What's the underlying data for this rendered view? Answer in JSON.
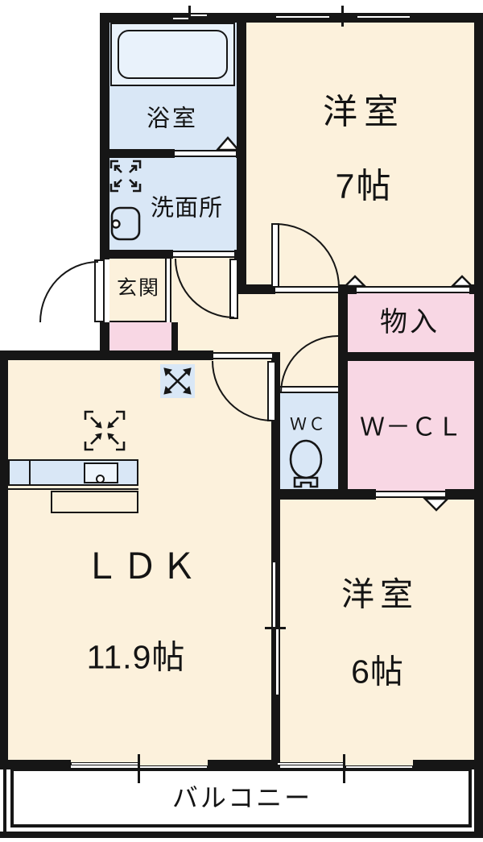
{
  "plan_title": "2LDK apartment floor plan",
  "colors": {
    "wall": "#161616",
    "room_cream": "#fcf1dc",
    "wet_blue": "#d9e7f6",
    "closet_pink": "#f8d7e4",
    "tub_blue": "#e9f2fb",
    "sink_white": "#eef5fc",
    "balcony_white": "#ffffff"
  },
  "rooms": {
    "bathroom": {
      "label": "浴室"
    },
    "washroom": {
      "label": "洗面所"
    },
    "entrance": {
      "label": "玄関"
    },
    "western7": {
      "label": "洋室",
      "size": "7帖"
    },
    "storage": {
      "label": "物入"
    },
    "wc": {
      "label": "ＷＣ"
    },
    "wcl": {
      "label": "Ｗ－ＣＬ"
    },
    "ldk": {
      "label": "ＬＤＫ",
      "size": "11.9帖"
    },
    "western6": {
      "label": "洋室",
      "size": "6帖"
    },
    "balcony": {
      "label": "バルコニー"
    }
  },
  "icons": {
    "bathtub": "bathtub outline",
    "washing_machine": "corner brackets with diagonal arrows",
    "washbasin": "rounded basin with faucet dot",
    "toilet": "toilet bowl with tank base",
    "ac_pad": "blue square with outward arrows",
    "refrigerator_pad": "corner brackets with inward arrows",
    "kitchen_counter": "counter with sink and faucet",
    "folding_door": "triangle marks",
    "sliding_door": "offset sash lines with center tick"
  }
}
